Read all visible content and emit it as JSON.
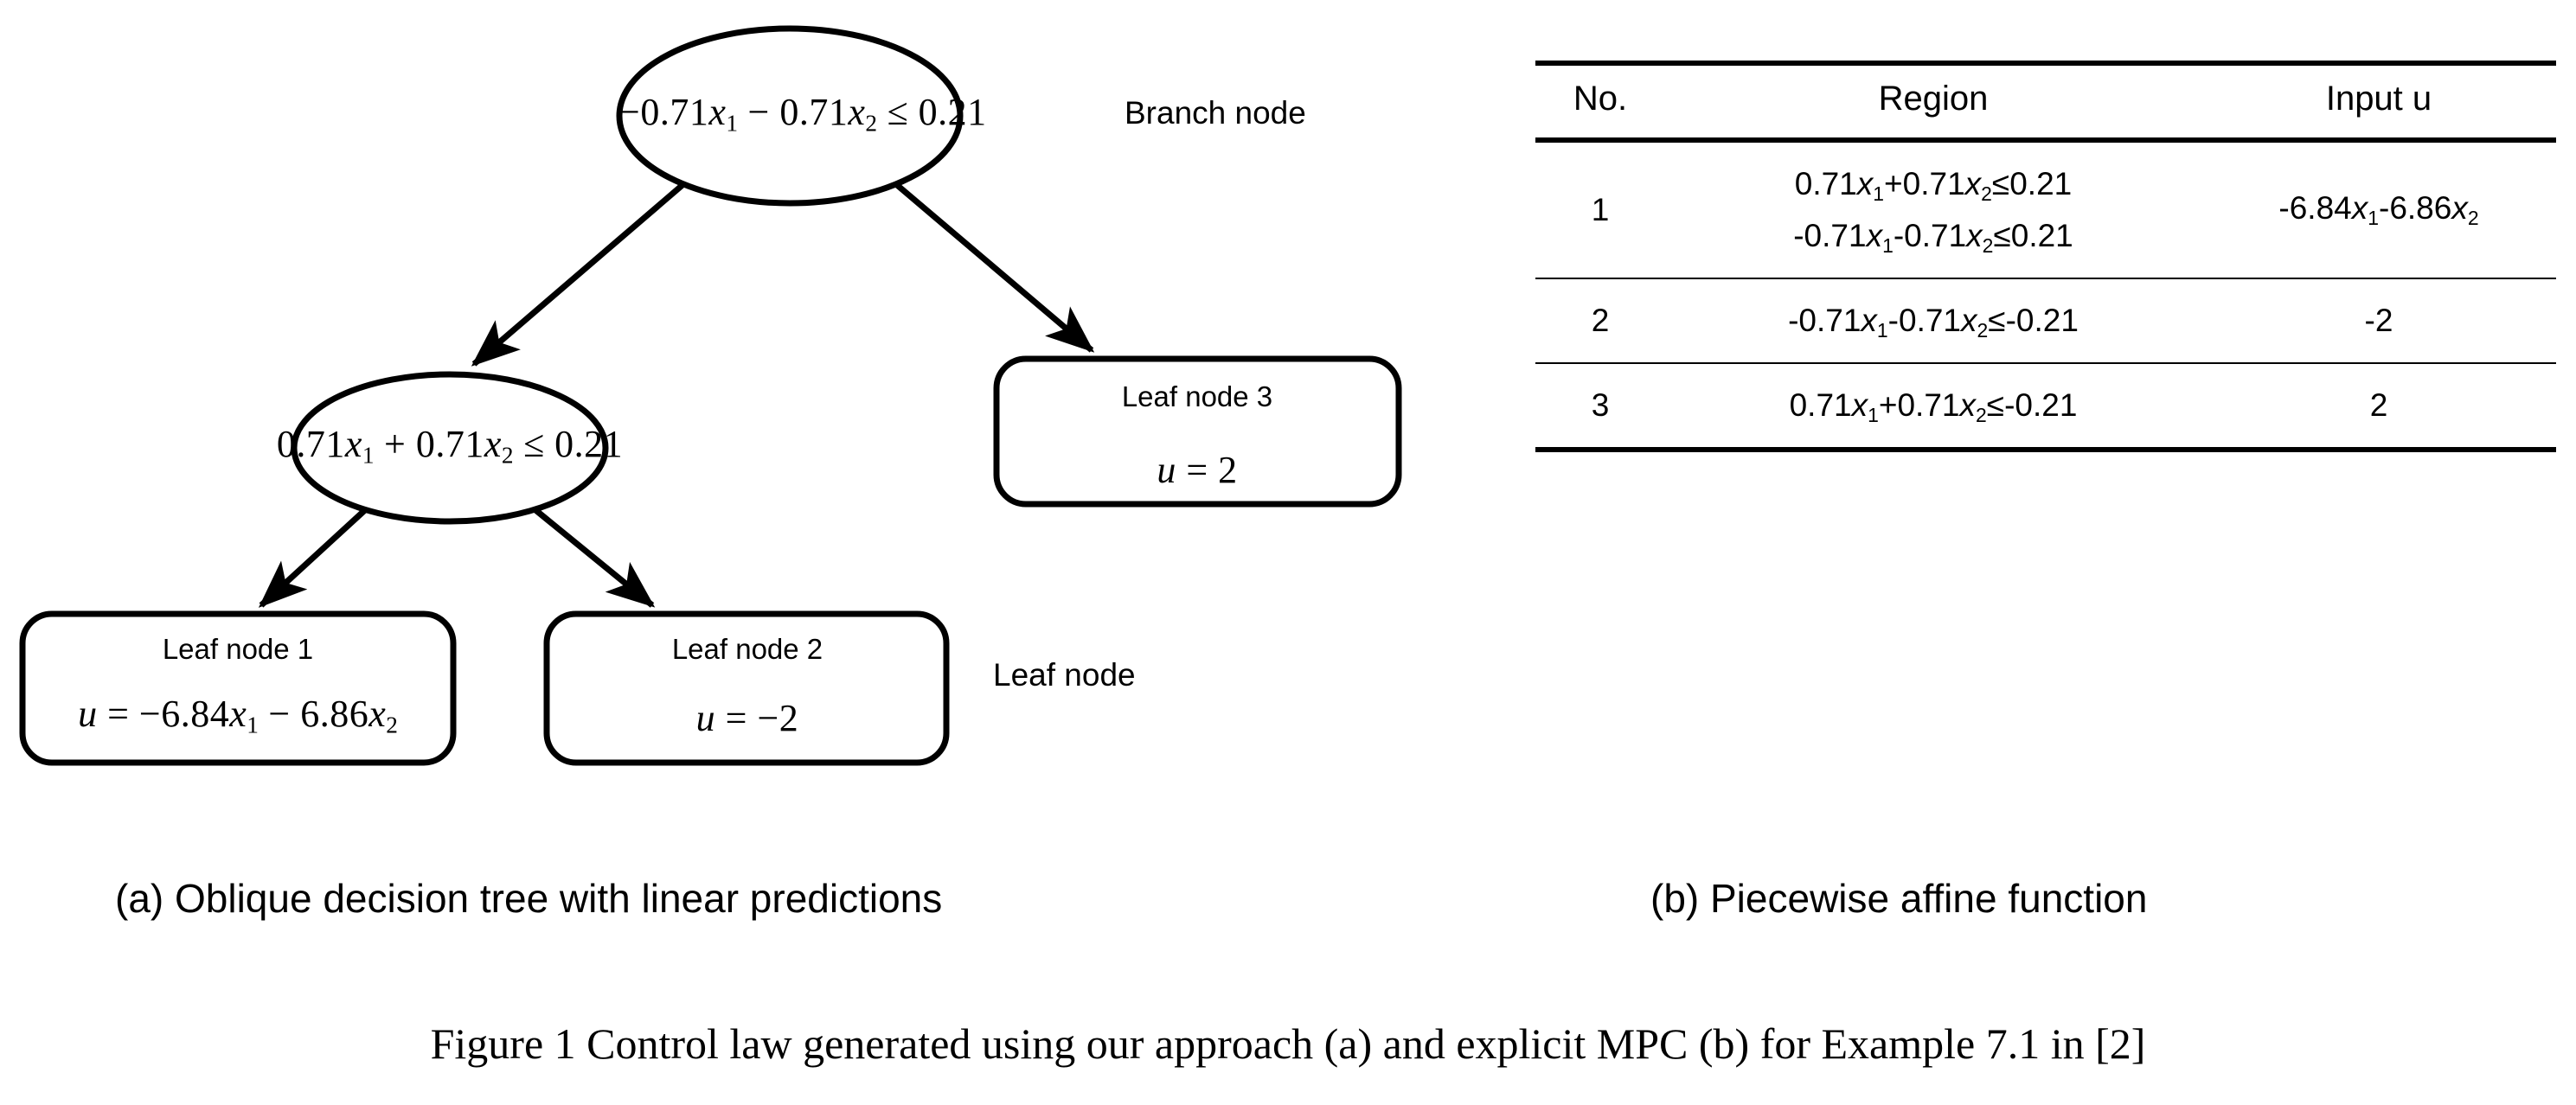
{
  "figure": {
    "caption": "Figure 1 Control law generated using our approach (a) and explicit MPC (b) for Example 7.1 in [2]"
  },
  "panel_a": {
    "subcaption": "(a) Oblique decision tree with linear predictions",
    "annotations": {
      "branch_node": "Branch node",
      "leaf_node": "Leaf node"
    },
    "nodes": {
      "root": {
        "type": "branch",
        "condition": "−0.71x₁ − 0.71x₂ ≤ 0.21"
      },
      "branch2": {
        "type": "branch",
        "condition": "0.71x₁ + 0.71x₂ ≤ 0.21"
      },
      "leaf1": {
        "type": "leaf",
        "title": "Leaf node 1",
        "output": "u = −6.84x₁ − 6.86x₂"
      },
      "leaf2": {
        "type": "leaf",
        "title": "Leaf node 2",
        "output": "u = −2"
      },
      "leaf3": {
        "type": "leaf",
        "title": "Leaf node 3",
        "output": "u = 2"
      }
    }
  },
  "panel_b": {
    "subcaption": "(b) Piecewise affine function",
    "table": {
      "headers": [
        "No.",
        "Region",
        "Input u"
      ],
      "rows": [
        {
          "no": "1",
          "region": [
            "0.71x₁+0.71x₂≤0.21",
            "-0.71x₁-0.71x₂≤0.21"
          ],
          "input_u": "-6.84x₁-6.86x₂"
        },
        {
          "no": "2",
          "region": [
            "-0.71x₁-0.71x₂≤-0.21"
          ],
          "input_u": "-2"
        },
        {
          "no": "3",
          "region": [
            "0.71x₁+0.71x₂≤-0.21"
          ],
          "input_u": "2"
        }
      ]
    }
  },
  "colors": {
    "stroke": "#000000",
    "background": "#ffffff"
  }
}
